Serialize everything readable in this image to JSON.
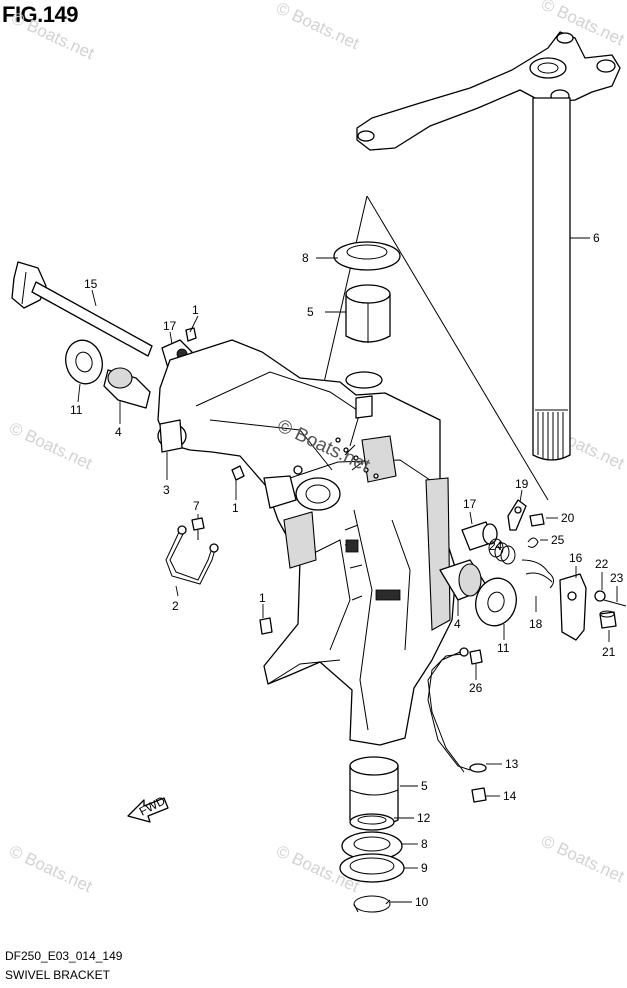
{
  "figure": {
    "title": "FIG.149",
    "code": "DF250_E03_014_149",
    "name": "SWIVEL BRACKET"
  },
  "watermarks": {
    "center": "© Boats.net",
    "corner": "© Boats.net"
  },
  "direction_label": "FWD",
  "callouts": [
    "1",
    "1",
    "1",
    "2",
    "3",
    "4",
    "4",
    "5",
    "5",
    "6",
    "7",
    "8",
    "8",
    "9",
    "10",
    "11",
    "11",
    "12",
    "13",
    "14",
    "15",
    "16",
    "17",
    "17",
    "18",
    "19",
    "20",
    "21",
    "22",
    "23",
    "24",
    "25",
    "26"
  ]
}
